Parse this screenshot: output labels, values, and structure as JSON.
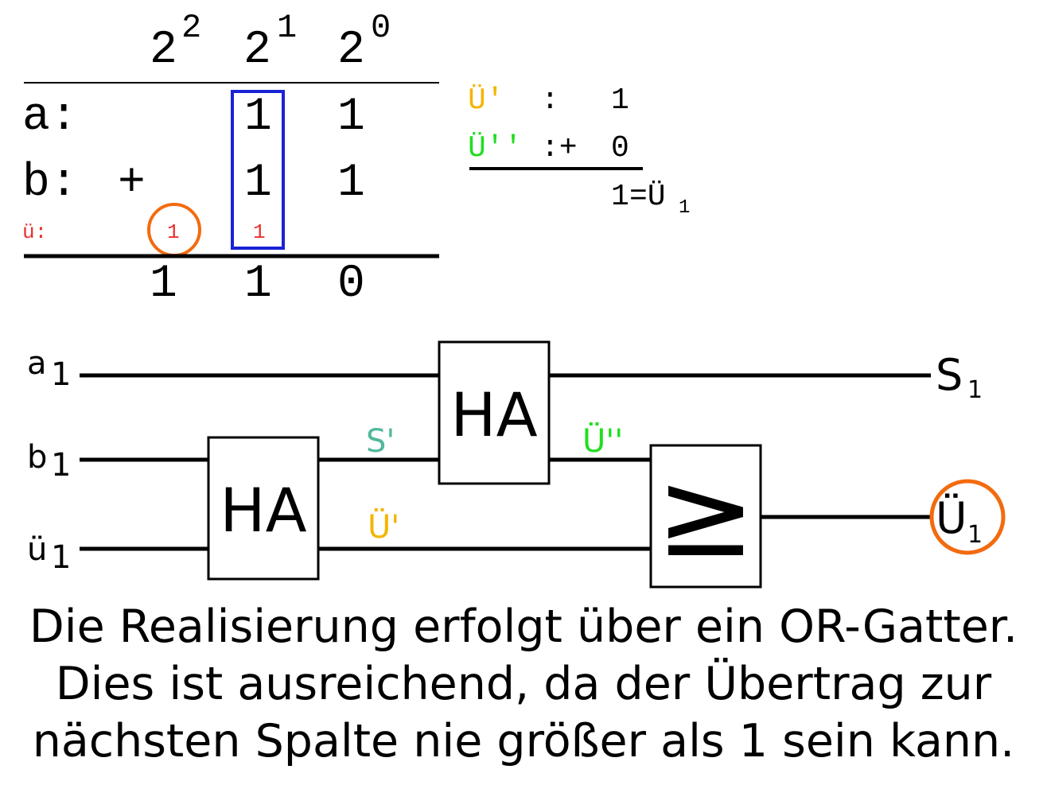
{
  "colors": {
    "carry_red": "#e8312f",
    "highlight_blue": "#1a22d6",
    "circle_orange": "#f26b0f",
    "u_prime_yellow": "#f5b400",
    "u_double_green": "#22dd22",
    "s_prime_teal": "#52b89a",
    "black": "#000000"
  },
  "addition": {
    "powers": [
      {
        "base": "2",
        "exp": "2"
      },
      {
        "base": "2",
        "exp": "1"
      },
      {
        "base": "2",
        "exp": "0"
      }
    ],
    "row_a": {
      "label": "a:",
      "digits": [
        "1",
        "1"
      ]
    },
    "row_b": {
      "label": "b:",
      "op": "+",
      "digits": [
        "1",
        "1"
      ]
    },
    "row_carry": {
      "label": "ü:",
      "digits": [
        "1",
        "1"
      ]
    },
    "result": [
      "1",
      "1",
      "0"
    ]
  },
  "side_sum": {
    "u_prime": {
      "label": "Ü'",
      "sep": ":",
      "value": "1"
    },
    "u_double": {
      "label": "Ü''",
      "sep": ":+",
      "value": "0"
    },
    "result_value": "1",
    "result_eq": "=Ü",
    "result_sub": "1"
  },
  "circuit": {
    "inputs": [
      {
        "name": "a",
        "sub": "1"
      },
      {
        "name": "b",
        "sub": "1"
      },
      {
        "name": "ü",
        "sub": "1"
      }
    ],
    "ha_label": "HA",
    "or_symbol": "≥",
    "s_prime": "S'",
    "u_double_prime": "Ü''",
    "u_prime": "Ü'",
    "out_sum": {
      "name": "S",
      "sub": "1"
    },
    "out_carry": {
      "name": "Ü",
      "sub": "1"
    }
  },
  "caption": [
    "Die Realisierung erfolgt über ein OR-Gatter.",
    "Dies ist ausreichend, da der Übertrag zur",
    "nächsten Spalte nie größer als 1 sein kann."
  ]
}
